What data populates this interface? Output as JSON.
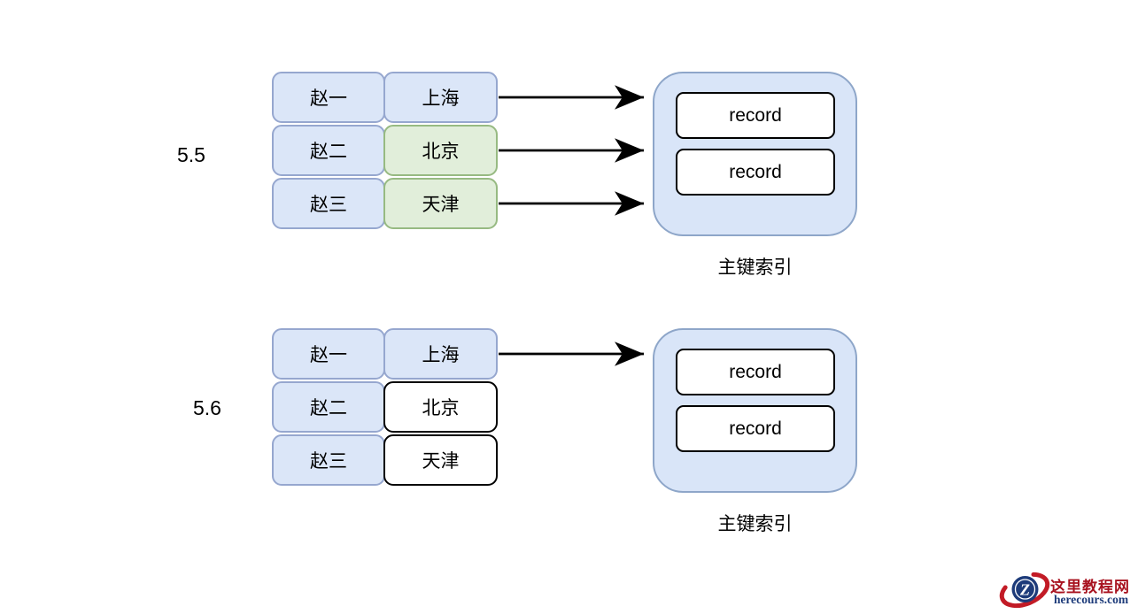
{
  "page": {
    "background": "#ffffff"
  },
  "palette": {
    "blue_fill": "#dbe6f8",
    "blue_stroke": "#96a7cf",
    "green_fill": "#e1eeda",
    "green_stroke": "#97ba82",
    "white_fill": "#ffffff",
    "container_fill": "#d9e5f8",
    "container_stroke": "#8ea6c9",
    "arrow_color": "#000000",
    "logo_red": "#b5121f",
    "logo_navy": "#1d3b7a"
  },
  "groups": [
    {
      "version": "5.5",
      "rows": [
        {
          "name": "赵一",
          "city": "上海",
          "city_variant": "blue"
        },
        {
          "name": "赵二",
          "city": "北京",
          "city_variant": "green"
        },
        {
          "name": "赵三",
          "city": "天津",
          "city_variant": "green"
        }
      ],
      "records": [
        "record",
        "record"
      ],
      "caption": "主键索引"
    },
    {
      "version": "5.6",
      "rows": [
        {
          "name": "赵一",
          "city": "上海",
          "city_variant": "blue"
        },
        {
          "name": "赵二",
          "city": "北京",
          "city_variant": "white"
        },
        {
          "name": "赵三",
          "city": "天津",
          "city_variant": "white"
        }
      ],
      "records": [
        "record",
        "record"
      ],
      "caption": "主键索引"
    }
  ],
  "watermark": {
    "logo_letter": "Z",
    "site_name": "这里教程网",
    "site_domain": "herecours.com"
  }
}
